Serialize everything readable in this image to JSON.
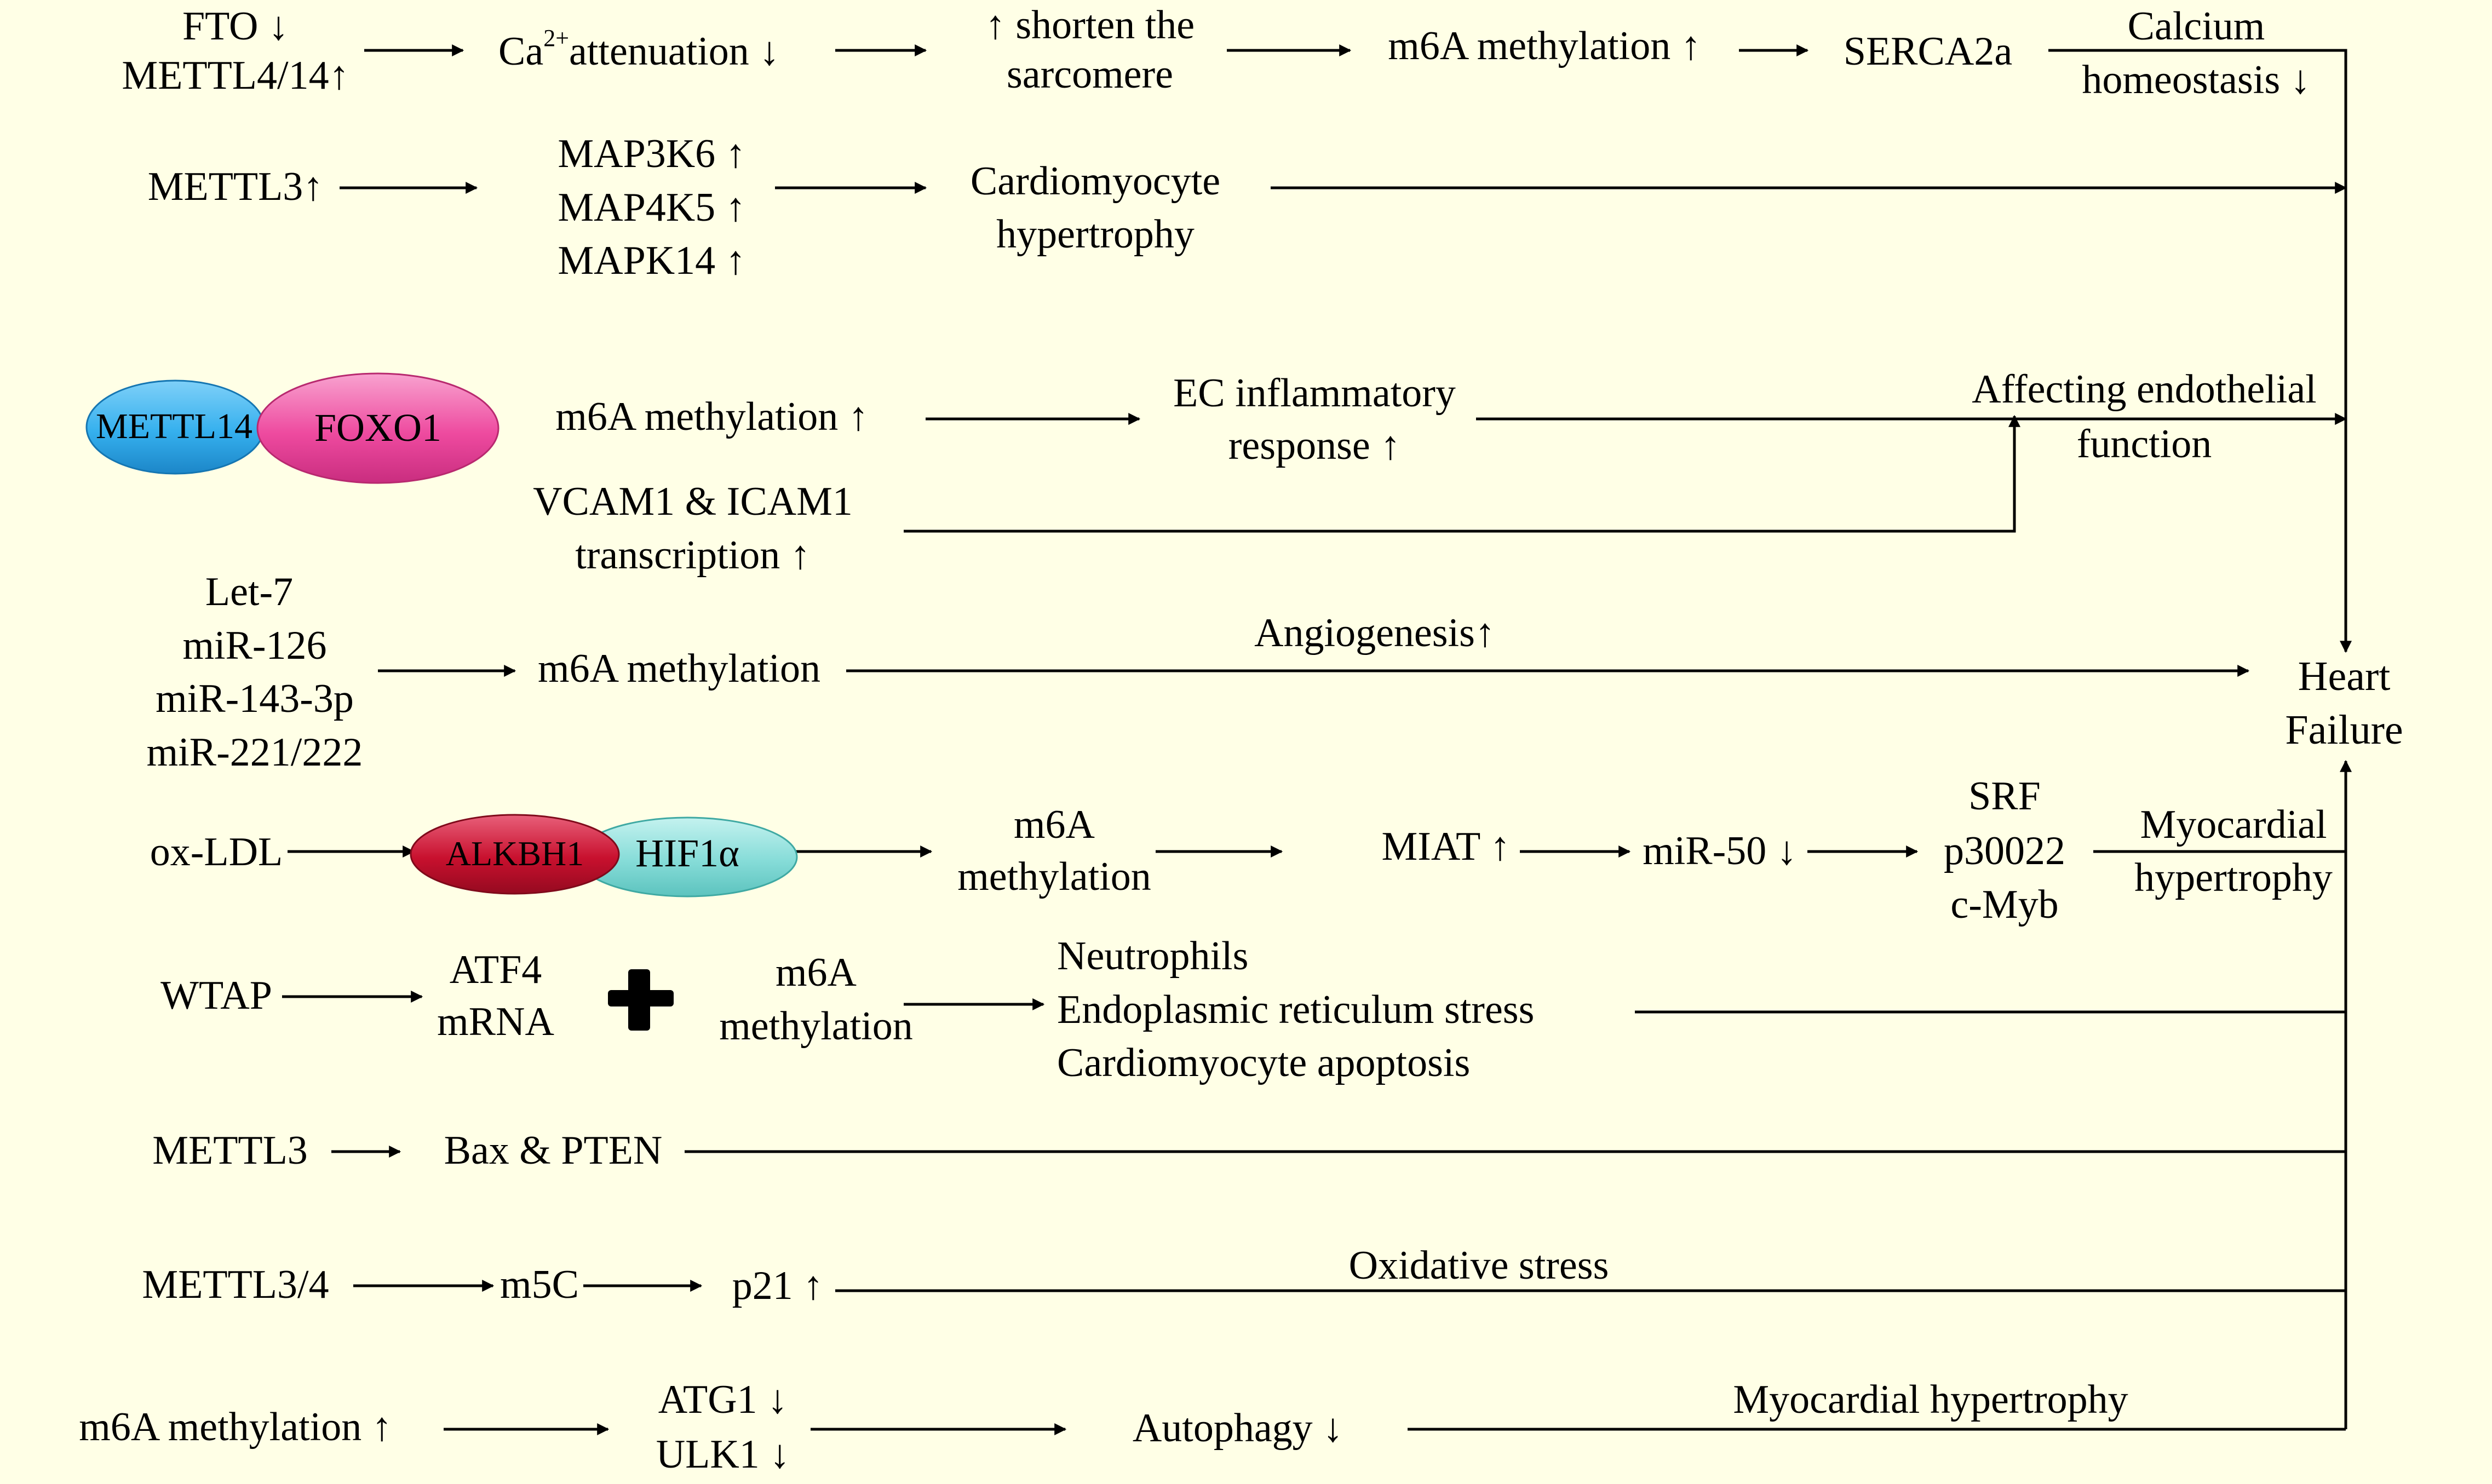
{
  "colors": {
    "background": "#ffffe6",
    "line": "#000000",
    "mettl14": "#35b0ee",
    "foxo1": "#ee4a9f",
    "alkbh1": "#c8102e",
    "hif1a": "#86dcd8"
  },
  "rows": {
    "calcium": {
      "fto": "FTO ↓",
      "mettl414": "METTL4/14↑",
      "ca": "Ca",
      "ca_sup": "2+",
      "ca_rest": "attenuation ↓",
      "shorten_1": "↑ shorten the",
      "shorten_2": "sarcomere",
      "m6a": "m6A methylation ↑",
      "serca": "SERCA2a",
      "calcium_1": "Calcium",
      "calcium_2": "homeostasis ↓"
    },
    "hypertrophy": {
      "mettl3": "METTL3↑",
      "map3k6": "MAP3K6 ↑",
      "map4k5": "MAP4K5 ↑",
      "mapk14": "MAPK14 ↑",
      "cardio_1": "Cardiomyocyte",
      "cardio_2": "hypertrophy"
    },
    "endothelial": {
      "mettl14": "METTL14",
      "foxo1": "FOXO1",
      "m6a": "m6A methylation ↑",
      "ec_1": "EC inflammatory",
      "ec_2": "response ↑",
      "affect_1": "Affecting endothelial",
      "affect_2": "function",
      "vcam_1": "VCAM1 & ICAM1",
      "vcam_2": "transcription ↑"
    },
    "angiogenesis": {
      "let7": "Let-7",
      "mir126": "miR-126",
      "mir143": "miR-143-3p",
      "mir221": "miR-221/222",
      "m6a": "m6A methylation",
      "label": "Angiogenesis↑"
    },
    "heart_failure": {
      "line_1": "Heart",
      "line_2": "Failure"
    },
    "oxldl": {
      "oxldl": "ox-LDL",
      "alkbh1": "ALKBH1",
      "hif1a": "HIF1α",
      "m6a_1": "m6A",
      "m6a_2": "methylation",
      "miat": "MIAT ↑",
      "mir50": "miR-50 ↓",
      "srf": "SRF",
      "p300": "p30022",
      "cmyb": "c-Myb",
      "myo_1": "Myocardial",
      "myo_2": "hypertrophy"
    },
    "wtap": {
      "wtap": "WTAP",
      "atf4_1": "ATF4",
      "atf4_2": "mRNA",
      "m6a_1": "m6A",
      "m6a_2": "methylation",
      "neutro": "Neutrophils",
      "er": "Endoplasmic reticulum stress",
      "apoptosis": "Cardiomyocyte apoptosis"
    },
    "bax": {
      "mettl3": "METTL3",
      "bax": "Bax & PTEN"
    },
    "oxidative": {
      "mettl34": "METTL3/4",
      "m5c": "m5C",
      "p21": "p21 ↑",
      "label": "Oxidative stress"
    },
    "autophagy": {
      "m6a": "m6A methylation ↑",
      "atg1": "ATG1 ↓",
      "ulk1": "ULK1 ↓",
      "autophagy": "Autophagy ↓",
      "label": "Myocardial hypertrophy"
    }
  }
}
